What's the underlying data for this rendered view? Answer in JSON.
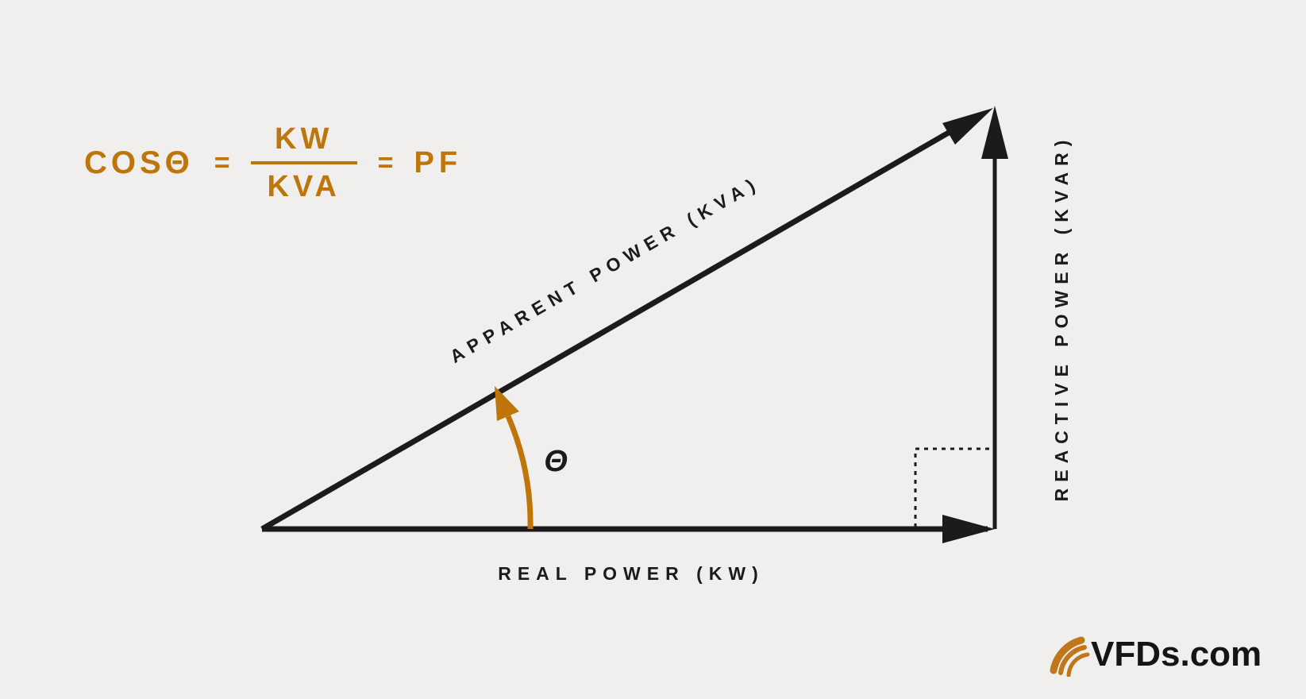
{
  "colors": {
    "background": "#F0EFED",
    "ink": "#1B1B1D",
    "accent_orange": "#BE750A",
    "logo_swoosh_orange": "#C0761A"
  },
  "formula": {
    "cos_term": "COSΘ",
    "equals_1": "=",
    "numerator": "KW",
    "denominator": "KVA",
    "equals_2": "=",
    "result": "PF"
  },
  "triangle": {
    "hypotenuse_label": "APPARENT POWER (KVA)",
    "base_label": "REAL POWER (KW)",
    "vertical_label": "REACTIVE POWER (KVAR)",
    "angle_label": "Θ"
  },
  "logo": {
    "text": "VFDs.com"
  }
}
